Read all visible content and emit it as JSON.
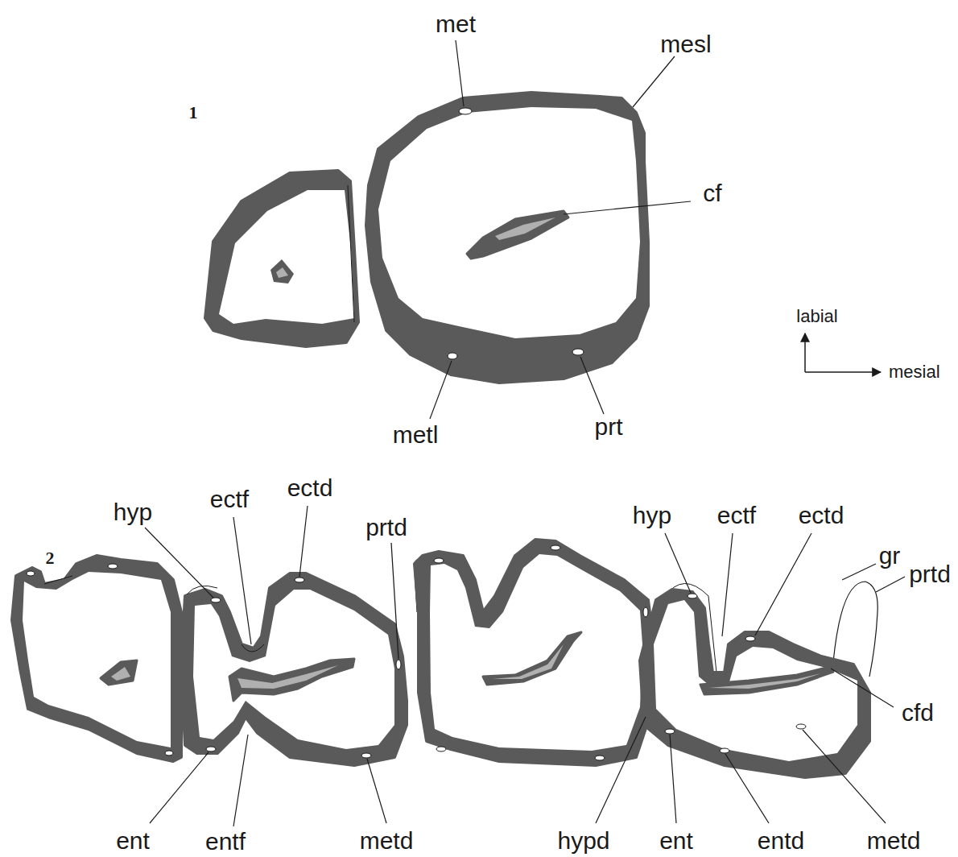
{
  "diagram": {
    "labels": [
      "met",
      "mesl",
      "1",
      "cf",
      "labial",
      "mesial",
      "metl",
      "prt",
      "hyp",
      "ectf",
      "ectd",
      "prtd",
      "hyp",
      "ectf",
      "ectd",
      "gr",
      "prtd",
      "2",
      "cfd",
      "ent",
      "entf",
      "metd",
      "hypd",
      "ent",
      "entd",
      "metd"
    ]
  }
}
